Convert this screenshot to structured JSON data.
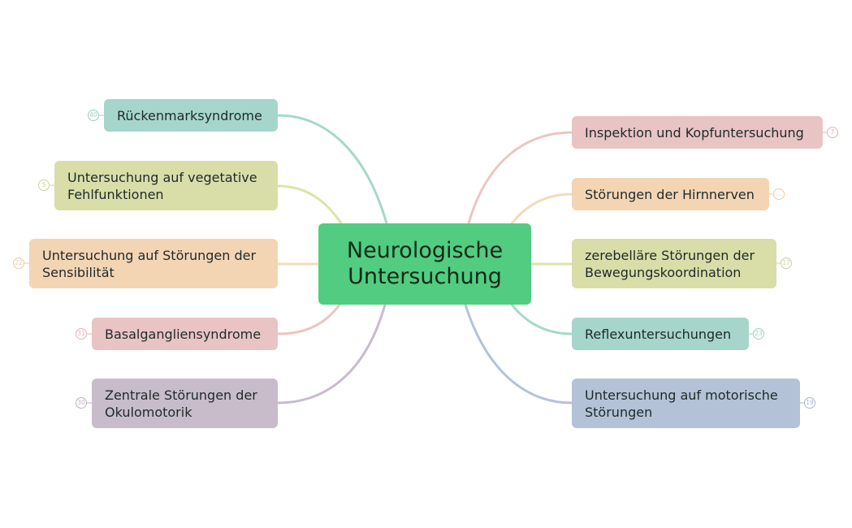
{
  "center": {
    "title": "Neurologische\nUntersuchung",
    "color": "#52cc80"
  },
  "left_branches": [
    {
      "label": "Rückenmarksyndrome",
      "count": "40",
      "fill": "#a6d5cb",
      "line": "#a6d9c8",
      "badge": "#9fcfc3"
    },
    {
      "label": "Untersuchung auf vegetative\nFehlfunktionen",
      "count": "5",
      "fill": "#d9dea9",
      "line": "#dde3a8",
      "badge": "#cdd3a0"
    },
    {
      "label": "Untersuchung auf Störungen der\nSensibilität",
      "count": "22",
      "fill": "#f3d5b4",
      "line": "#f2dcb8",
      "badge": "#efc9a6"
    },
    {
      "label": "Basalgangliensyndrome",
      "count": "31",
      "fill": "#e9c4c4",
      "line": "#ebc6c2",
      "badge": "#e3b3b3"
    },
    {
      "label": "Zentrale Störungen der\nOkulomotorik",
      "count": "30",
      "fill": "#c8bccb",
      "line": "#cbbad0",
      "badge": "#bfb1c4"
    }
  ],
  "right_branches": [
    {
      "label": "Inspektion und Kopfuntersuchung",
      "count": "7",
      "fill": "#e9c4c4",
      "line": "#ebc6c2",
      "badge": "#e3b3b3"
    },
    {
      "label": "Störungen der Hirnnerven",
      "count": "...",
      "fill": "#f3d5b4",
      "line": "#f2dcb8",
      "badge": "#efc9a6"
    },
    {
      "label": "zerebelläre Störungen der\nBewegungskoordination",
      "count": "17",
      "fill": "#d9dea9",
      "line": "#dde3a8",
      "badge": "#cdd3a0"
    },
    {
      "label": "Reflexuntersuchungen",
      "count": "23",
      "fill": "#a6d5cb",
      "line": "#a6d9c8",
      "badge": "#9fcfc3"
    },
    {
      "label": "Untersuchung auf motorische\nStörungen",
      "count": "19",
      "fill": "#b3c2d6",
      "line": "#b5c3d8",
      "badge": "#a7b8cd"
    }
  ]
}
